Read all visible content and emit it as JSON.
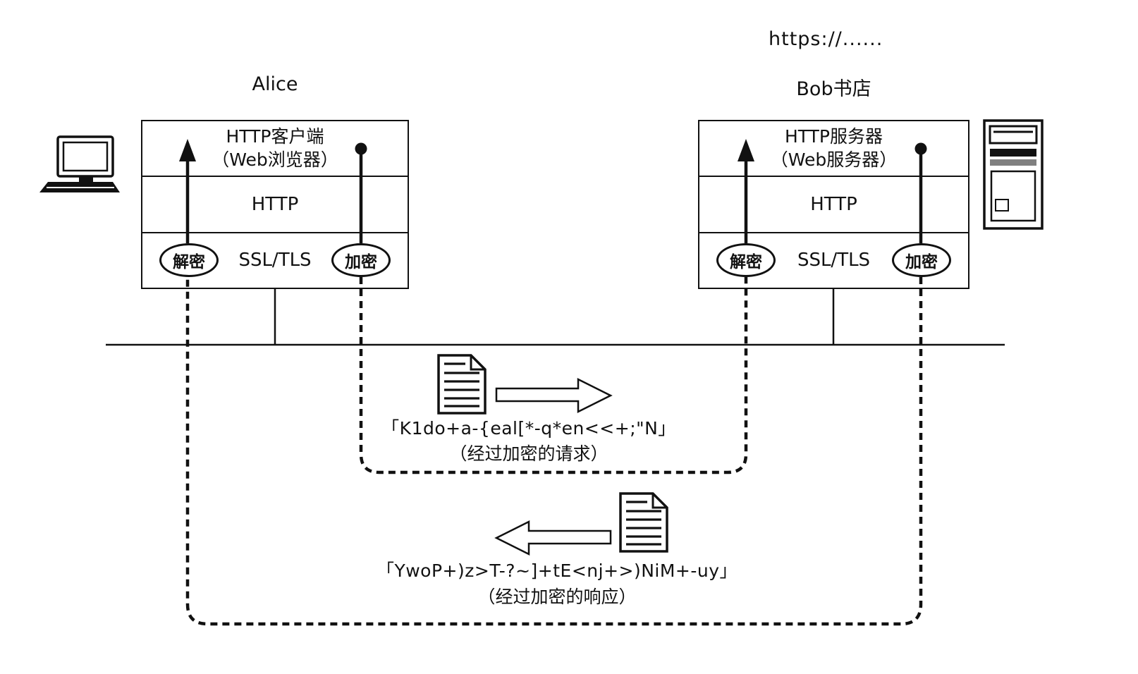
{
  "page": {
    "url_label": "https://......",
    "background": "#ffffff",
    "ink_color": "#111111"
  },
  "client": {
    "name": "Alice",
    "app_layer_line1": "HTTP客户端",
    "app_layer_line2": "（Web浏览器）",
    "http_layer": "HTTP",
    "ssl_layer": "SSL/TLS",
    "decrypt_label": "解密",
    "encrypt_label": "加密"
  },
  "server": {
    "name": "Bob书店",
    "app_layer_line1": "HTTP服务器",
    "app_layer_line2": "（Web服务器）",
    "http_layer": "HTTP",
    "ssl_layer": "SSL/TLS",
    "decrypt_label": "解密",
    "encrypt_label": "加密"
  },
  "request": {
    "ciphertext": "「K1do+a-{eal[*-q*en<<+;\"N」",
    "caption": "（经过加密的请求）"
  },
  "response": {
    "ciphertext": "「YwoP+)z>T-?~]+tE<nj+>)NiM+-uy」",
    "caption": "（经过加密的响应）"
  },
  "icons": {
    "client_device": "desktop-computer-icon",
    "server_device": "server-tower-icon",
    "request_document": "document-icon",
    "response_document": "document-icon",
    "request_arrow": "arrow-right-outline-icon",
    "response_arrow": "arrow-left-outline-icon"
  }
}
